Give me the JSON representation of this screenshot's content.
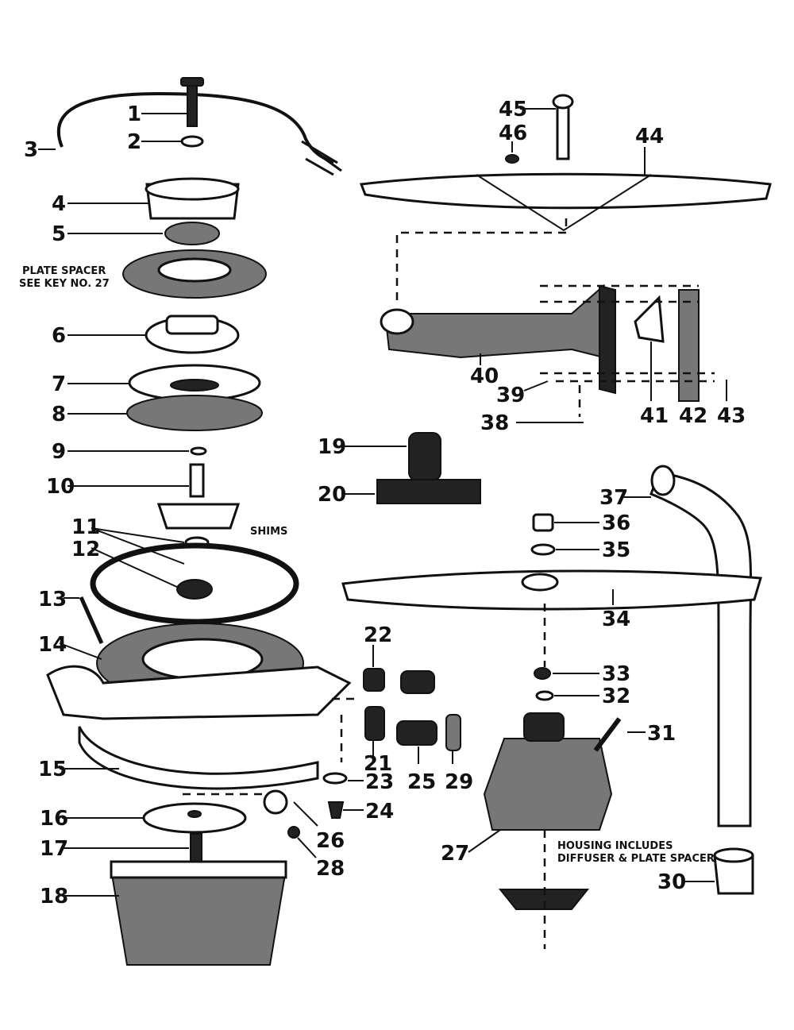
{
  "callouts": [
    {
      "id": "c1",
      "text": "1"
    },
    {
      "id": "c2",
      "text": "2"
    },
    {
      "id": "c3",
      "text": "3"
    },
    {
      "id": "c4",
      "text": "4"
    },
    {
      "id": "c5",
      "text": "5"
    },
    {
      "id": "c6",
      "text": "6"
    },
    {
      "id": "c7",
      "text": "7"
    },
    {
      "id": "c8",
      "text": "8"
    },
    {
      "id": "c9",
      "text": "9"
    },
    {
      "id": "c10",
      "text": "10"
    },
    {
      "id": "c11",
      "text": "11"
    },
    {
      "id": "c12",
      "text": "12"
    },
    {
      "id": "c13",
      "text": "13"
    },
    {
      "id": "c14",
      "text": "14"
    },
    {
      "id": "c15",
      "text": "15"
    },
    {
      "id": "c16",
      "text": "16"
    },
    {
      "id": "c17",
      "text": "17"
    },
    {
      "id": "c18",
      "text": "18"
    },
    {
      "id": "c19",
      "text": "19"
    },
    {
      "id": "c20",
      "text": "20"
    },
    {
      "id": "c21",
      "text": "21"
    },
    {
      "id": "c22",
      "text": "22"
    },
    {
      "id": "c23",
      "text": "23"
    },
    {
      "id": "c24",
      "text": "24"
    },
    {
      "id": "c25",
      "text": "25"
    },
    {
      "id": "c26",
      "text": "26"
    },
    {
      "id": "c27",
      "text": "27"
    },
    {
      "id": "c28",
      "text": "28"
    },
    {
      "id": "c29",
      "text": "29"
    },
    {
      "id": "c30",
      "text": "30"
    },
    {
      "id": "c31",
      "text": "31"
    },
    {
      "id": "c32",
      "text": "32"
    },
    {
      "id": "c33",
      "text": "33"
    },
    {
      "id": "c34",
      "text": "34"
    },
    {
      "id": "c35",
      "text": "35"
    },
    {
      "id": "c36",
      "text": "36"
    },
    {
      "id": "c37",
      "text": "37"
    },
    {
      "id": "c38",
      "text": "38"
    },
    {
      "id": "c39",
      "text": "39"
    },
    {
      "id": "c40",
      "text": "40"
    },
    {
      "id": "c41",
      "text": "41"
    },
    {
      "id": "c42",
      "text": "42"
    },
    {
      "id": "c43",
      "text": "43"
    },
    {
      "id": "c44",
      "text": "44"
    },
    {
      "id": "c45",
      "text": "45"
    },
    {
      "id": "c46",
      "text": "46"
    }
  ],
  "notes": {
    "plate_spacer_line1": "PLATE SPACER",
    "plate_spacer_line2": "SEE KEY NO. 27",
    "shims": "SHIMS",
    "housing_line1": "HOUSING INCLUDES",
    "housing_line2": "DIFFUSER & PLATE SPACER"
  }
}
